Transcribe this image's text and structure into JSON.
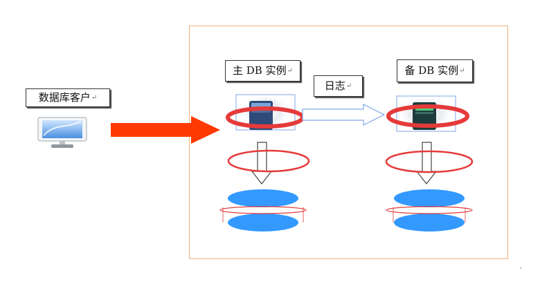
{
  "client": {
    "label": "数据库客户",
    "icon": "monitor-icon"
  },
  "primary": {
    "label": "主 DB 实例",
    "icon": "server-icon"
  },
  "standby": {
    "label": "备 DB 实例",
    "icon": "server-icon"
  },
  "log": {
    "label": "日志"
  },
  "return_mark": "↵",
  "colors": {
    "arrow_red": "#ff3a00",
    "ellipse_red": "#e53a3a",
    "disk_blue": "#3399ff",
    "frame_border": "#f0b07a",
    "log_arrow_blue": "#7fa6e8"
  }
}
